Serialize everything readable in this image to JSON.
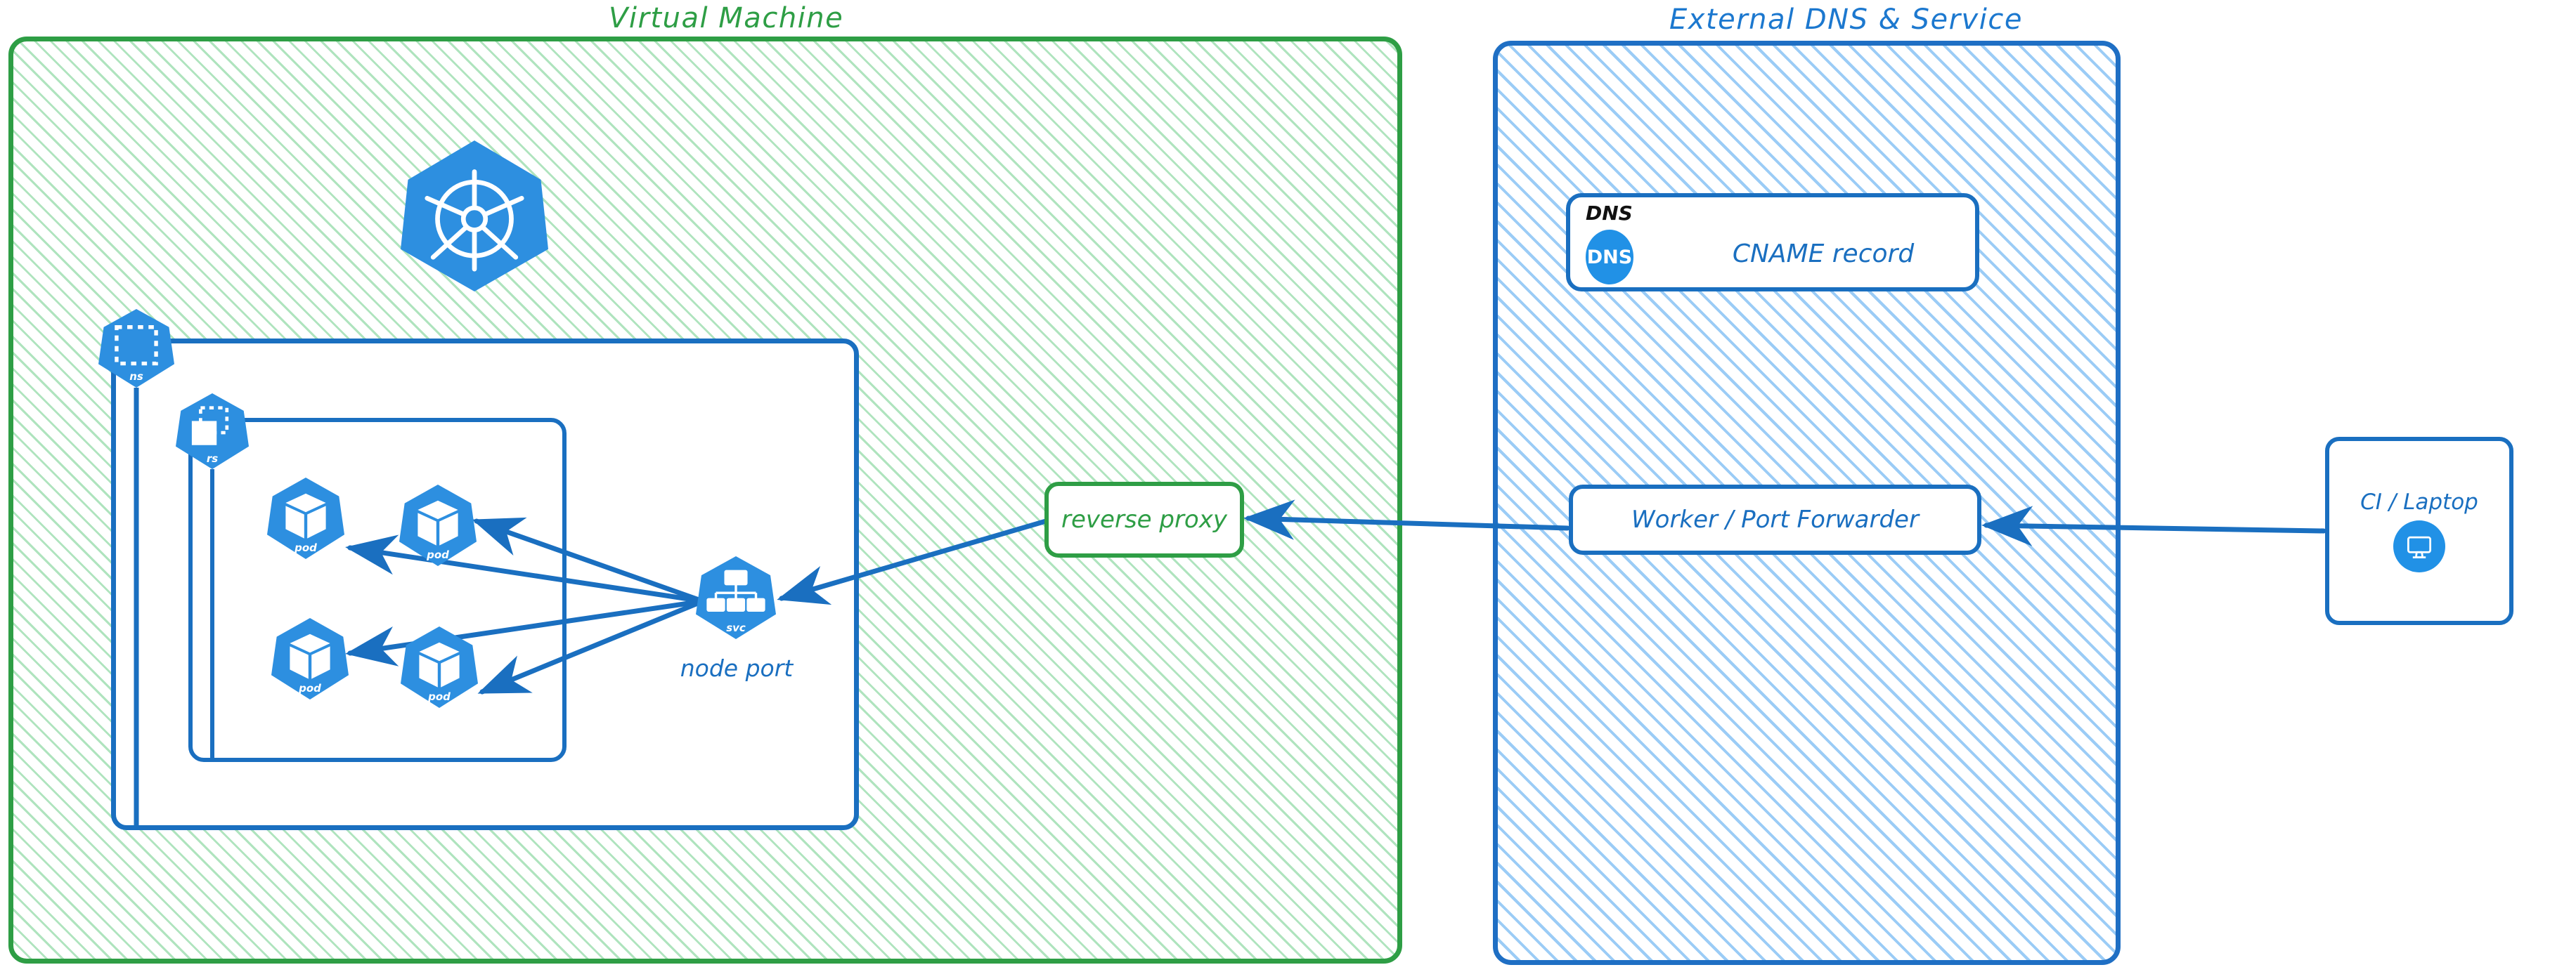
{
  "diagram": {
    "title_hidden": "Kubernetes NodePort exposure via reverse proxy and external DNS",
    "groups": [
      {
        "id": "virtual-machine",
        "label": "Virtual Machine",
        "color": "#2e9e45",
        "hatch_color": "#40be63"
      },
      {
        "id": "external-dns-service",
        "label": "External DNS & Service",
        "color": "#1c78cf",
        "hatch_color": "#5eadf0"
      }
    ],
    "k8s_logo": {
      "icon": "kubernetes-helm-logo-icon",
      "color": "#2d8fe0"
    },
    "namespace": {
      "icon": "kubernetes-namespace-icon",
      "caption": "ns"
    },
    "replicaset": {
      "icon": "kubernetes-replicaset-icon",
      "caption": "rs"
    },
    "pods": [
      {
        "icon": "kubernetes-pod-icon",
        "caption": "pod"
      },
      {
        "icon": "kubernetes-pod-icon",
        "caption": "pod"
      },
      {
        "icon": "kubernetes-pod-icon",
        "caption": "pod"
      },
      {
        "icon": "kubernetes-pod-icon",
        "caption": "pod"
      }
    ],
    "service": {
      "icon": "kubernetes-service-icon",
      "caption": "svc",
      "label": "node port"
    },
    "reverse_proxy": {
      "label": "reverse proxy",
      "color": "#2e9e45"
    },
    "dns_card": {
      "kind": "DNS",
      "badge_text": "DNS",
      "badge_icon": "dns-badge-icon",
      "record": "CNAME record",
      "color": "#1a6fc0"
    },
    "worker": {
      "label": "Worker / Port Forwarder",
      "color": "#1a6fc0"
    },
    "client": {
      "label": "CI / Laptop",
      "icon": "desktop-monitor-icon",
      "color": "#1a6fc0"
    },
    "edges": [
      {
        "from": "service",
        "to": "pod-1",
        "arrow": "single"
      },
      {
        "from": "service",
        "to": "pod-2",
        "arrow": "single"
      },
      {
        "from": "service",
        "to": "pod-3",
        "arrow": "single"
      },
      {
        "from": "service",
        "to": "pod-4",
        "arrow": "single"
      },
      {
        "from": "reverse-proxy",
        "to": "service",
        "arrow": "single"
      },
      {
        "from": "worker",
        "to": "reverse-proxy",
        "arrow": "single"
      },
      {
        "from": "ci-laptop",
        "to": "worker",
        "arrow": "single"
      },
      {
        "from": "namespace",
        "to": "ns-box",
        "arrow": "none"
      },
      {
        "from": "replicaset",
        "to": "rs-box",
        "arrow": "none"
      }
    ],
    "edge_color": "#1a6fc0"
  }
}
